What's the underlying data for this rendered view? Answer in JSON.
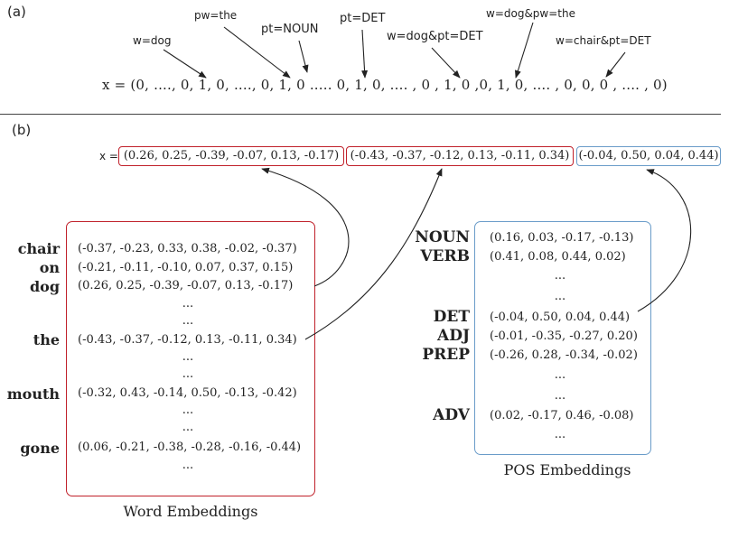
{
  "panel_a": {
    "label": "(a)",
    "features": [
      "w=dog",
      "pw=the",
      "pt=NOUN",
      "pt=DET",
      "w=dog&pt=DET",
      "w=dog&pw=the",
      "w=chair&pt=DET"
    ],
    "vector": "x = (0, ...., 0, 1, 0, ...., 0, 1, 0 ..... 0, 1, 0, .... , 0 , 1, 0 ,0, 1, 0, .... , 0, 0, 0 , .... , 0)"
  },
  "panel_b": {
    "label": "(b)",
    "x_prefix": "x =",
    "segments": [
      "(0.26, 0.25, -0.39, -0.07, 0.13, -0.17)",
      "(-0.43, -0.37, -0.12, 0.13, -0.11, 0.34)",
      "(-0.04, 0.50, 0.04, 0.44)"
    ],
    "word_embeddings": {
      "caption": "Word Embeddings",
      "rows": [
        {
          "word": "chair",
          "vector": "(-0.37, -0.23, 0.33, 0.38, -0.02, -0.37)"
        },
        {
          "word": "on",
          "vector": "(-0.21, -0.11, -0.10, 0.07, 0.37, 0.15)"
        },
        {
          "word": "dog",
          "vector": "(0.26, 0.25, -0.39, -0.07, 0.13, -0.17)"
        },
        {
          "word": "the",
          "vector": "(-0.43, -0.37, -0.12, 0.13, -0.11, 0.34)"
        },
        {
          "word": "mouth",
          "vector": "(-0.32, 0.43, -0.14, 0.50, -0.13, -0.42)"
        },
        {
          "word": "gone",
          "vector": "(0.06, -0.21, -0.38, -0.28, -0.16, -0.44)"
        }
      ],
      "ellipsis": "..."
    },
    "pos_embeddings": {
      "caption": "POS Embeddings",
      "rows": [
        {
          "tag": "NOUN",
          "vector": "(0.16, 0.03, -0.17, -0.13)"
        },
        {
          "tag": "VERB",
          "vector": "(0.41, 0.08, 0.44, 0.02)"
        },
        {
          "tag": "DET",
          "vector": "(-0.04, 0.50, 0.04, 0.44)"
        },
        {
          "tag": "ADJ",
          "vector": "(-0.01, -0.35, -0.27, 0.20)"
        },
        {
          "tag": "PREP",
          "vector": "(-0.26, 0.28, -0.34, -0.02)"
        },
        {
          "tag": "ADV",
          "vector": "(0.02, -0.17, 0.46, -0.08)"
        }
      ],
      "ellipsis": "..."
    }
  },
  "colors": {
    "word_box": "#c0202a",
    "pos_box": "#6a9cc9",
    "line": "#222222"
  }
}
